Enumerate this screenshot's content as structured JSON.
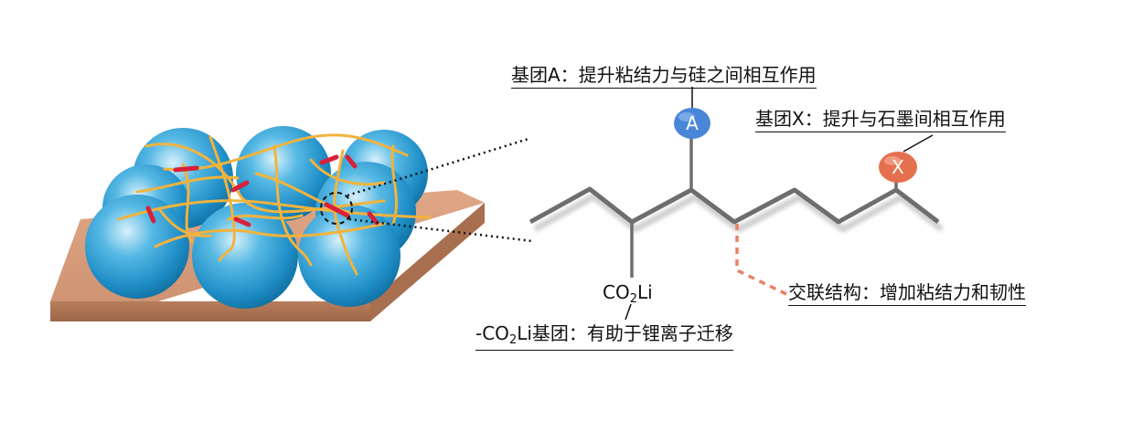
{
  "labels": {
    "group_a": "基团A：提升粘结力与硅之间相互作用",
    "group_x": "基团X：提升与石墨间相互作用",
    "crosslink": "交联结构：增加粘结力和韧性",
    "co2li_prefix": "-CO",
    "co2li_sub": "2",
    "co2li_suffix": "Li基团：有助于锂离子迁移"
  },
  "chain": {
    "node_a": "A",
    "node_x": "X",
    "co2li_main": "CO",
    "co2li_sub": "2",
    "co2li_tail": "Li"
  },
  "colors": {
    "chain": "#6e6e6e",
    "node_a": "#4a86d8",
    "node_x": "#e5704f",
    "crosslink": "#e8826a",
    "sphere": "#1f8ec7",
    "fiber": "#f2b33d",
    "link": "#d8203a",
    "substrate": "#c98f6a"
  }
}
